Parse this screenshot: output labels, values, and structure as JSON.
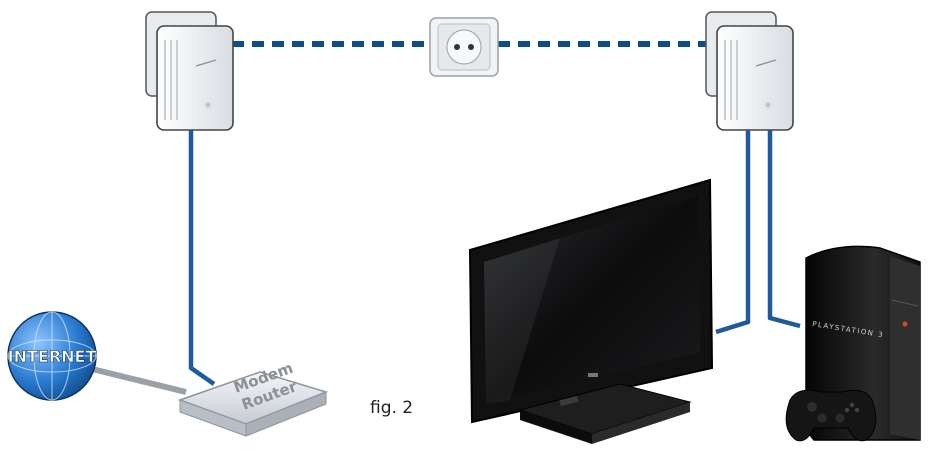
{
  "globe": {
    "label": "INTERNET"
  },
  "router": {
    "label_line1": "Modem",
    "label_line2": "Router"
  },
  "console": {
    "label": "PLAYSTATION 3"
  },
  "caption": "fig. 2",
  "colors": {
    "cable": "#1f5a9c",
    "powerline": "#0f4c8a",
    "globe": "#2a7bd0",
    "tv": "#151515",
    "console": "#1a1a1a"
  }
}
